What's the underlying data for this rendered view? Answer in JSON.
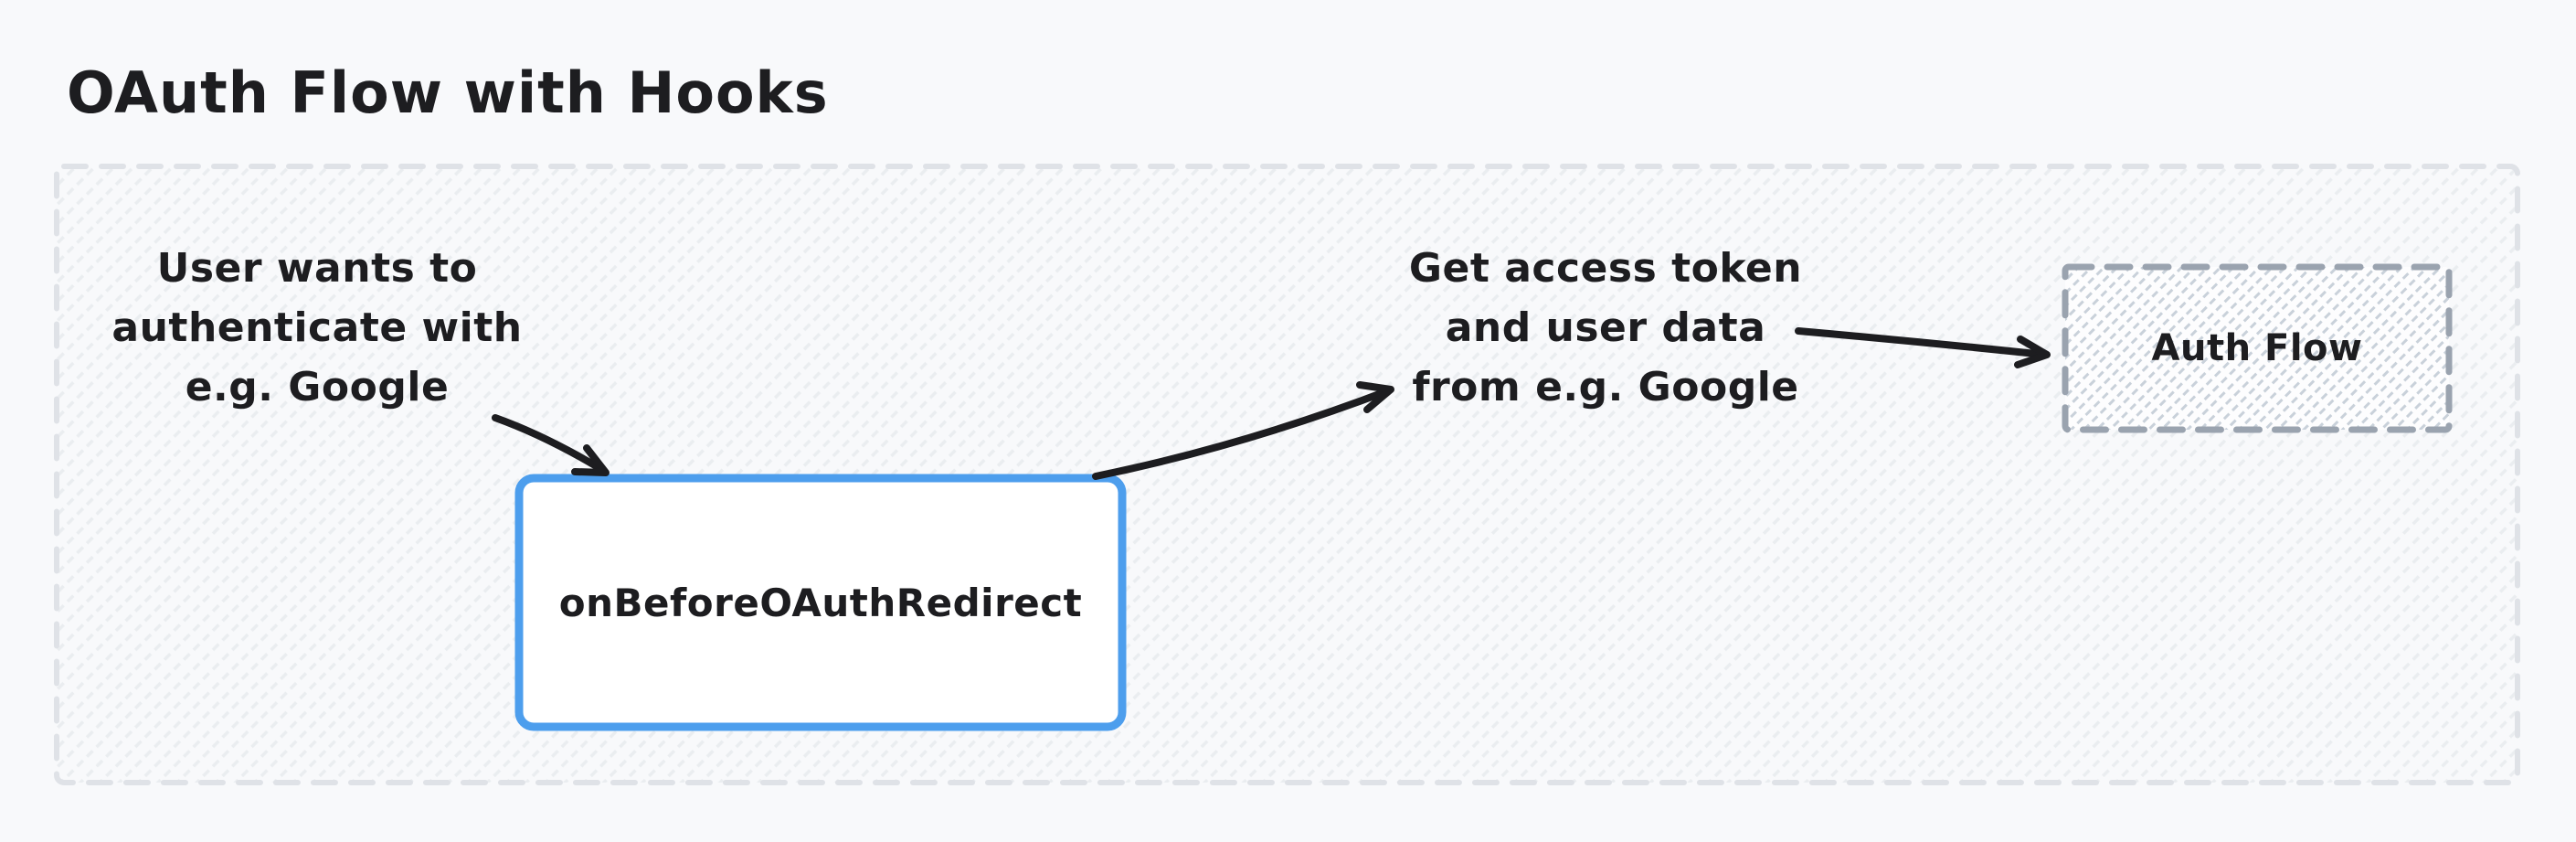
{
  "title": "OAuth Flow with Hooks",
  "diagram": {
    "annotations": {
      "user_auth": {
        "lines": [
          "User wants to",
          "authenticate with",
          "e.g. Google"
        ]
      },
      "get_token": {
        "lines": [
          "Get access token",
          "and user data",
          "from e.g. Google"
        ]
      }
    },
    "nodes": {
      "hook": {
        "label": "onBeforeOAuthRedirect"
      },
      "auth_flow": {
        "label": "Auth Flow"
      }
    },
    "colors": {
      "ink": "#1d1d20",
      "accent_blue": "#4d9eed",
      "container_dash": "#dfe2e7",
      "auth_flow_dash": "#9aa3af",
      "page_background": "#f8f9fb"
    }
  }
}
